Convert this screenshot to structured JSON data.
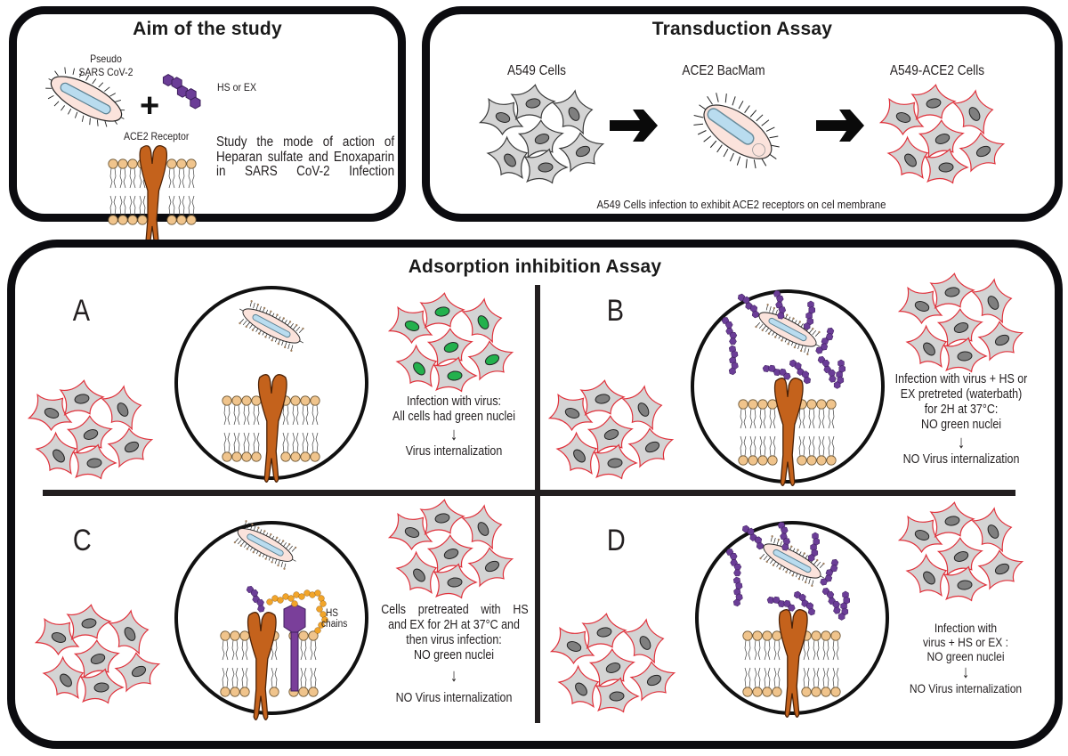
{
  "aim": {
    "title": "Aim of the study",
    "virus_label_line1": "Pseudo",
    "virus_label_line2": "SARS CoV-2",
    "plus": "+",
    "molecule_label": "HS or EX",
    "receptor_label": "ACE2 Receptor",
    "description": "Study the mode of action of Heparan sulfate and Enoxaparin in SARS CoV-2 Infection"
  },
  "transduction": {
    "title": "Transduction Assay",
    "step1_label": "A549 Cells",
    "step2_label": "ACE2 BacMam",
    "step3_label": "A549-ACE2 Cells",
    "caption": "A549 Cells infection to exhibit ACE2 receptors on cel membrane"
  },
  "adsorption": {
    "title": "Adsorption inhibition Assay",
    "panels": [
      {
        "letter": "A",
        "lines": [
          "Infection with virus:",
          "All cells had green nuclei"
        ],
        "arrow": "↓",
        "result": "Virus internalization"
      },
      {
        "letter": "B",
        "lines": [
          "Infection with virus + HS or",
          "EX pretreted (waterbath)",
          "for 2H at 37°C:",
          "NO green nuclei"
        ],
        "arrow": "↓",
        "result": "NO Virus internalization"
      },
      {
        "letter": "C",
        "lines": [
          "Cells pretreated with HS",
          "and EX for 2H at 37°C and",
          "then virus infection:",
          "NO green nuclei"
        ],
        "arrow": "↓",
        "result": "NO Virus internalization",
        "hs_chains_label_line1": "HS",
        "hs_chains_label_line2": "chains"
      },
      {
        "letter": "D",
        "lines": [
          "Infection with",
          "virus + HS or EX :",
          "NO green nuclei"
        ],
        "arrow": "↓",
        "result": "NO Virus internalization"
      }
    ]
  },
  "colors": {
    "frame": "#0c0c10",
    "cell_fill": "#d4d4d4",
    "cell_outline_plain": "#3a3a3a",
    "cell_outline_ace2": "#e0303a",
    "nucleus_gray": "#7f7f7f",
    "nucleus_green": "#23b14d",
    "receptor": "#c4621c",
    "lipid_head": "#f0c48c",
    "hs_molecule": "#6b3d97",
    "hs_chain": "#f2a52a",
    "proteoglycan": "#7a3f9a",
    "virus_envelope": "#fbe3dc",
    "virus_core": "#b9dcef"
  }
}
